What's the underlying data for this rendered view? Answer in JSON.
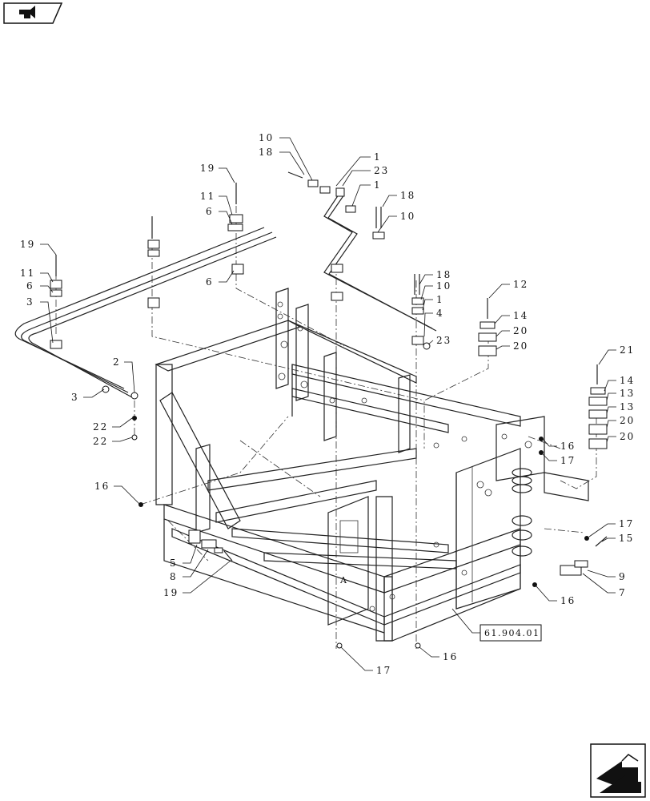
{
  "navigation": {
    "back_icon": "hand-pointing-left-icon",
    "next_icon": "arrow-pointing-next-icon"
  },
  "diagram": {
    "reference_box": "61.904.01",
    "callouts": [
      "10",
      "18",
      "1",
      "23",
      "1",
      "18",
      "10",
      "19",
      "11",
      "6",
      "6",
      "19",
      "11",
      "6",
      "3",
      "2",
      "3",
      "22",
      "22",
      "16",
      "18",
      "10",
      "1",
      "4",
      "23",
      "12",
      "14",
      "20",
      "20",
      "21",
      "14",
      "13",
      "13",
      "20",
      "20",
      "16",
      "17",
      "17",
      "15",
      "9",
      "7",
      "16",
      "17",
      "16",
      "5",
      "8",
      "19"
    ]
  }
}
